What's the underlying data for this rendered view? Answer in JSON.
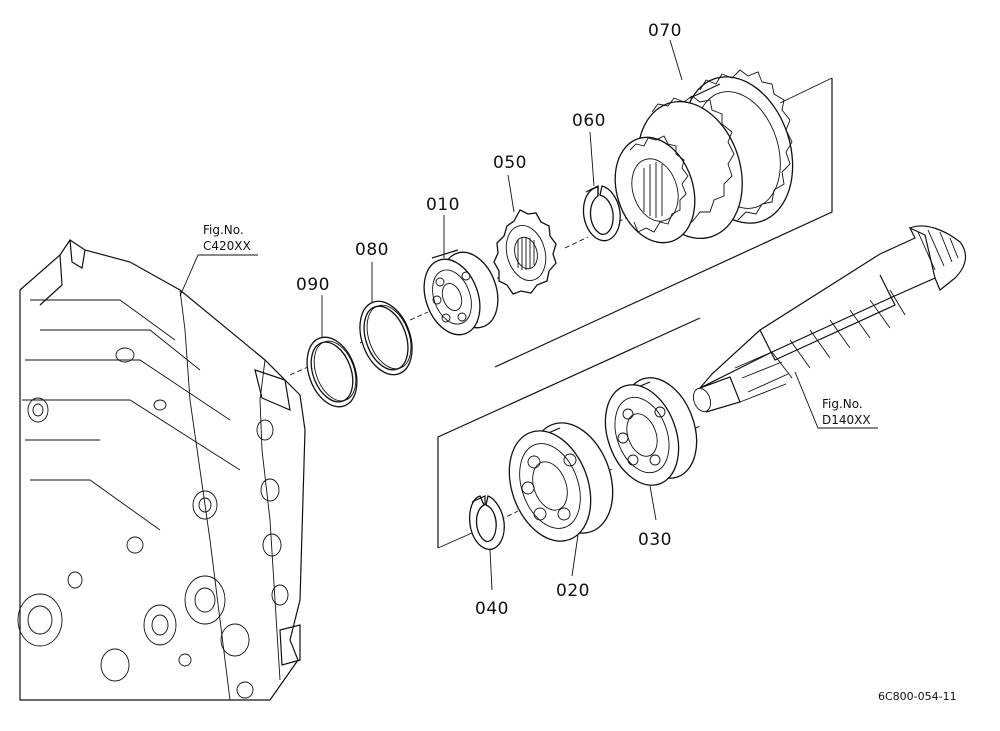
{
  "parts": [
    {
      "id": "p010",
      "label": "010"
    },
    {
      "id": "p020",
      "label": "020"
    },
    {
      "id": "p030",
      "label": "030"
    },
    {
      "id": "p040",
      "label": "040"
    },
    {
      "id": "p050",
      "label": "050"
    },
    {
      "id": "p060",
      "label": "060"
    },
    {
      "id": "p070",
      "label": "070"
    },
    {
      "id": "p080",
      "label": "080"
    },
    {
      "id": "p090",
      "label": "090"
    }
  ],
  "references": {
    "case": {
      "line1": "Fig.No.",
      "line2": "C420XX"
    },
    "shaft": {
      "line1": "Fig.No.",
      "line2": "D140XX"
    }
  },
  "drawing_code": "6C800-054-11"
}
